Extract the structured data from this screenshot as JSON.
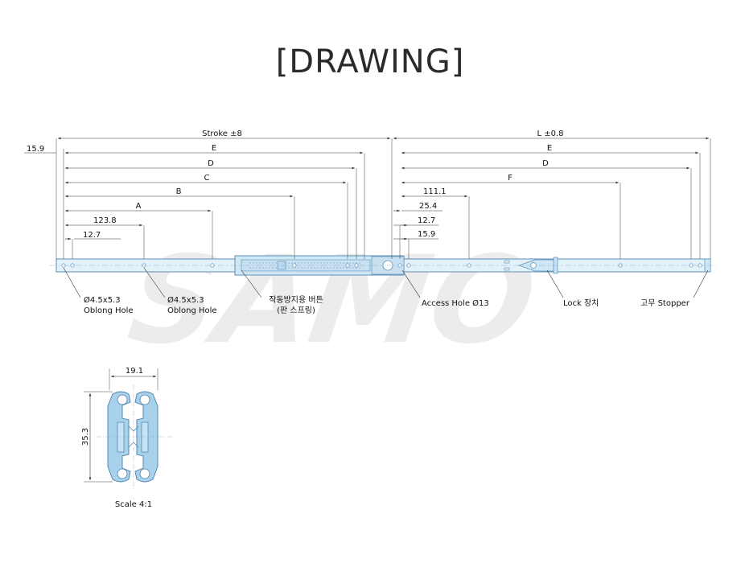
{
  "title": "[DRAWING]",
  "watermark_text": "SAMO",
  "colors": {
    "rail_fill": "#d8ecf7",
    "rail_stroke": "#5a8fb8",
    "profile_fill": "#a8d2ec",
    "dimension_line": "#333333"
  },
  "dimensions": {
    "stroke": "Stroke ±8",
    "length": "L ±0.8",
    "offset_left": "15.9",
    "left_e": "E",
    "left_d": "D",
    "left_c": "C",
    "left_b": "B",
    "left_a": "A",
    "left_123": "123.8",
    "left_127": "12.7",
    "right_e": "E",
    "right_d": "D",
    "right_f": "F",
    "right_111": "111.1",
    "right_254": "25.4",
    "right_127": "12.7",
    "right_159": "15.9"
  },
  "callouts": {
    "hole1_size": "Ø4.5x5.3",
    "hole1_type": "Oblong Hole",
    "hole2_size": "Ø4.5x5.3",
    "hole2_type": "Oblong Hole",
    "button_line1": "작동방지용 버튼",
    "button_line2": "(판 스프링)",
    "access_hole": "Access Hole Ø13",
    "lock": "Lock 장치",
    "stopper": "고무 Stopper"
  },
  "profile": {
    "width": "19.1",
    "height": "35.3",
    "scale": "Scale 4:1"
  }
}
